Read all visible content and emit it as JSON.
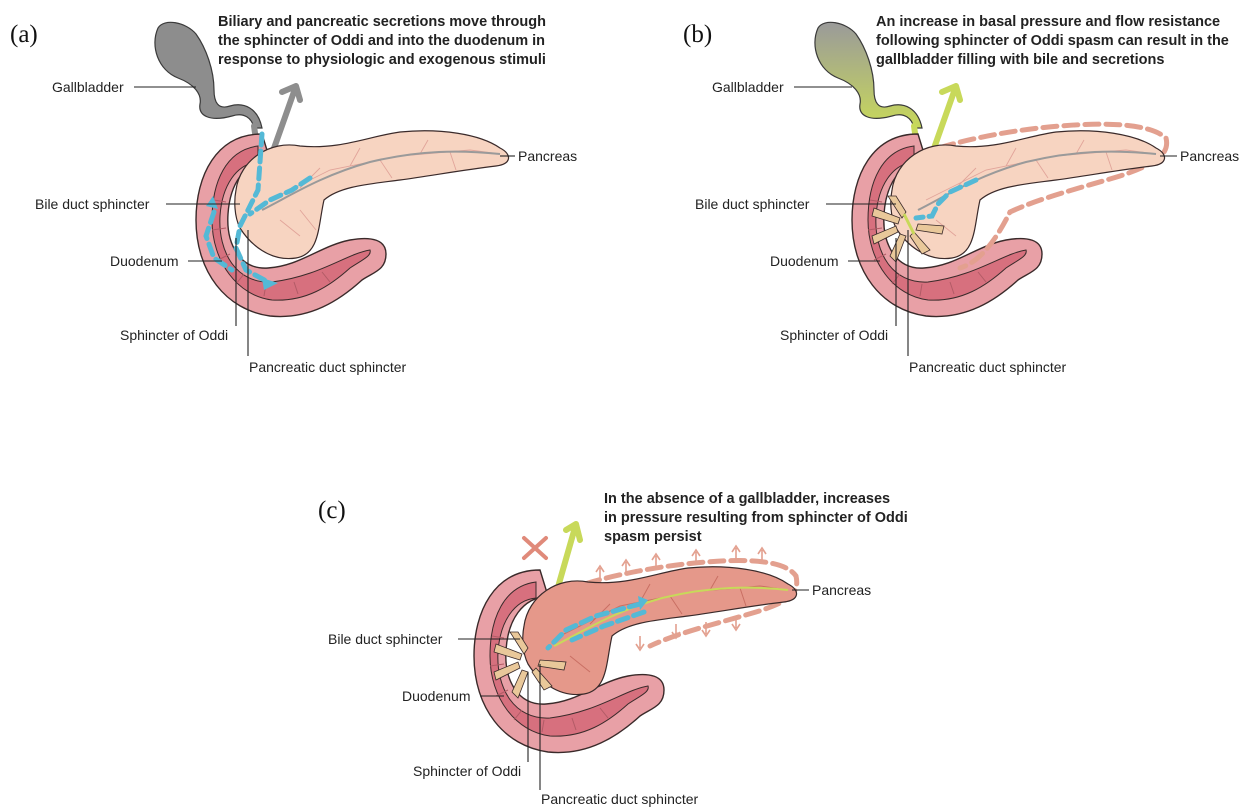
{
  "panels": [
    {
      "letter": "(a)",
      "caption": [
        "Biliary and pancreatic secretions move through",
        "the sphincter of Oddi and into the duodenum in",
        "response to physiologic and exogenous stimuli"
      ],
      "labels": {
        "gallbladder": "Gallbladder",
        "pancreas": "Pancreas",
        "bile_duct_sphincter": "Bile duct sphincter",
        "duodenum": "Duodenum",
        "sphincter_of_oddi": "Sphincter of Oddi",
        "pancreatic_duct_sphincter": "Pancreatic duct sphincter"
      }
    },
    {
      "letter": "(b)",
      "caption": [
        "An increase in basal pressure and flow resistance",
        "following sphincter of Oddi spasm can result in the",
        "gallbladder filling with bile and secretions"
      ],
      "labels": {
        "gallbladder": "Gallbladder",
        "pancreas": "Pancreas",
        "bile_duct_sphincter": "Bile duct sphincter",
        "duodenum": "Duodenum",
        "sphincter_of_oddi": "Sphincter of Oddi",
        "pancreatic_duct_sphincter": "Pancreatic duct sphincter"
      }
    },
    {
      "letter": "(c)",
      "caption": [
        "In the absence of a gallbladder, increases",
        "in pressure resulting from sphincter of Oddi",
        "spasm persist"
      ],
      "labels": {
        "pancreas": "Pancreas",
        "bile_duct_sphincter": "Bile duct sphincter",
        "duodenum": "Duodenum",
        "sphincter_of_oddi": "Sphincter of Oddi",
        "pancreatic_duct_sphincter": "Pancreatic duct sphincter"
      }
    }
  ],
  "colors": {
    "secretion_flow": "#54b9d6",
    "bile_duct_normal": "#8e8e8e",
    "bile_duct_filled": "#c8d95a",
    "swelling_outline": "#e3a08f",
    "absent_gallbladder_mark": "#e08a7a"
  }
}
